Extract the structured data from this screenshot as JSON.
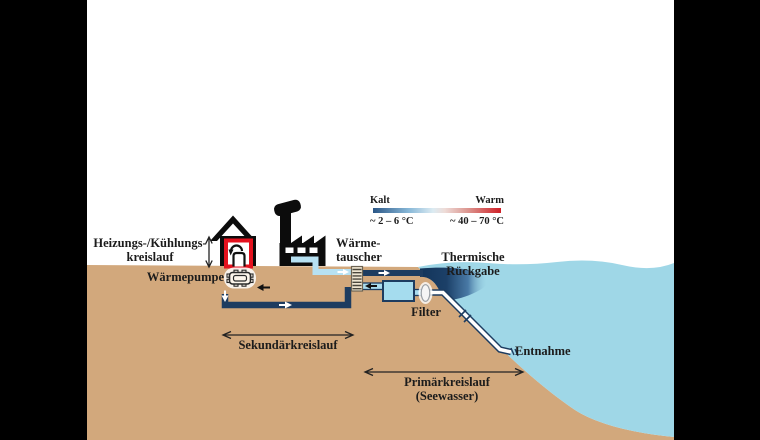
{
  "labels": {
    "heating_cooling_line1": "Heizungs-/Kühlungs-",
    "heating_cooling_line2": "kreislauf",
    "heat_pump": "Wärmepumpe",
    "heat_exchanger_line1": "Wärme-",
    "heat_exchanger_line2": "tauscher",
    "thermal_return": "Thermische Rückgabe",
    "filter": "Filter",
    "intake": "Entnahme",
    "secondary_circuit": "Sekundärkreislauf",
    "primary_circuit_line1": "Primärkreislauf",
    "primary_circuit_line2": "(Seewasser)"
  },
  "legend": {
    "cold_label": "Kalt",
    "warm_label": "Warm",
    "cold_range": "~ 2 – 6 °C",
    "warm_range": "~ 40 – 70 °C"
  },
  "colors": {
    "letterbox": "#000000",
    "background": "#ffffff",
    "sand": "#d2a87c",
    "water": "#9fd7e7",
    "pipe_dark": "#1d3c60",
    "pipe_light": "#b7e1f2",
    "pipe_gray": "#98a2ac",
    "loop_red": "#e4121e",
    "plume_dark": "#12345a",
    "filter_fill": "#a5dcee",
    "legend_cold": "#2b5787",
    "legend_warm": "#cf2027"
  }
}
